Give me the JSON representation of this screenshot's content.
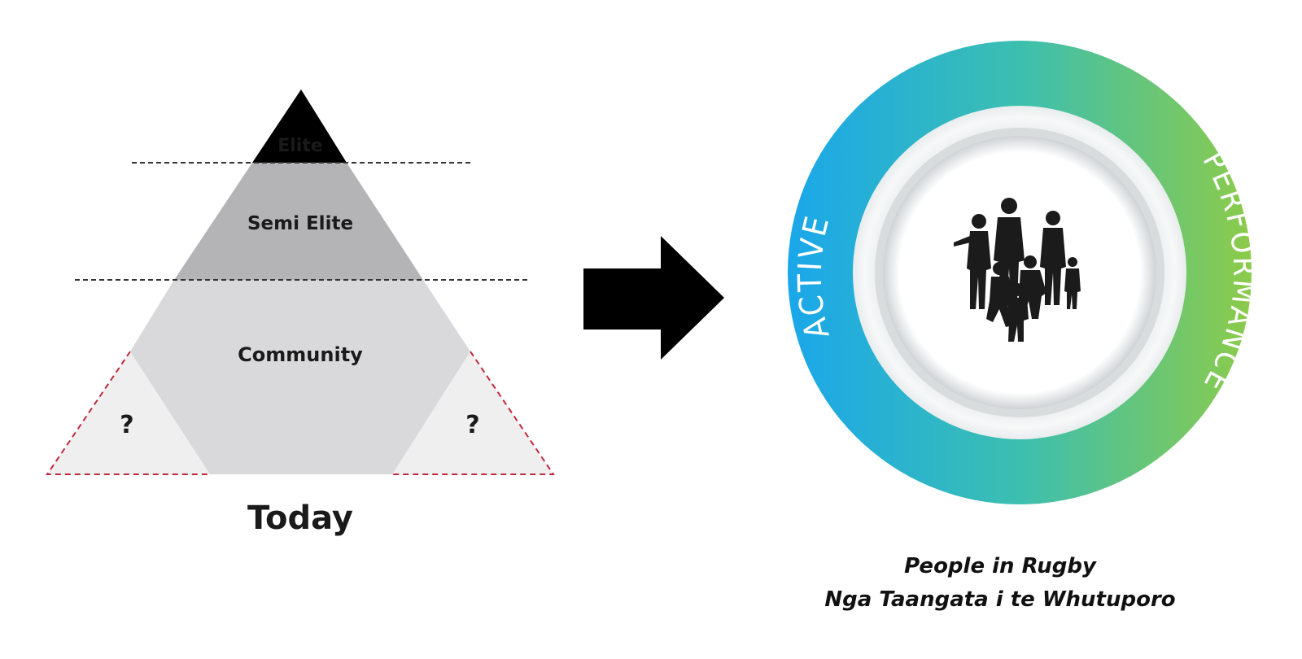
{
  "pyramid": {
    "levels": [
      {
        "label": "Elite",
        "color": "#000000",
        "text_color": "#ffffff"
      },
      {
        "label": "Semi Elite",
        "color": "#b4b4b6",
        "text_color": "#1a1a1a"
      },
      {
        "label": "Community",
        "color": "#d9d9db",
        "text_color": "#1a1a1a"
      }
    ],
    "gaps": [
      {
        "label": "?"
      },
      {
        "label": "?"
      }
    ],
    "caption": "Today",
    "accent_color": "#c0283d"
  },
  "arrow": {
    "color": "#000000"
  },
  "ring": {
    "left_label": "ACTIVE",
    "right_label": "PERFORMANCE",
    "gradient": [
      "#1aa7ea",
      "#3cbfb0",
      "#8ccb4a"
    ],
    "center_icon": "people-silhouette-icon"
  },
  "caption": {
    "line1": "People in Rugby",
    "line2": "Nga Taangata i te Whutuporo"
  }
}
